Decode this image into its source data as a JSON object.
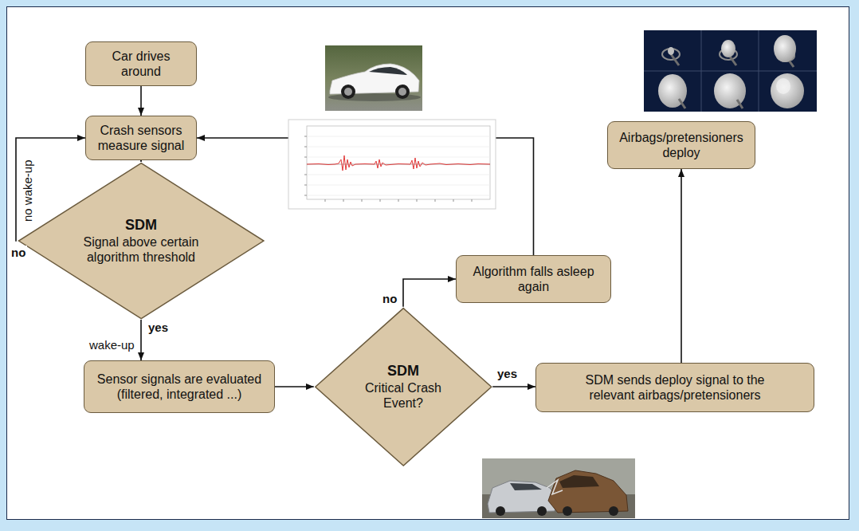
{
  "diagram": {
    "nodes": [
      {
        "text": [
          "Car drives around"
        ]
      },
      {
        "text": [
          "Crash sensors measure signal"
        ]
      },
      {
        "text": [
          "SDM",
          "Signal above certain algorithm threshold"
        ]
      },
      {
        "text": [
          "Sensor signals are evaluated (filtered, integrated ...)"
        ]
      },
      {
        "text": [
          "SDM",
          "Critical Crash Event?"
        ]
      },
      {
        "text": [
          "Algorithm falls asleep again"
        ]
      },
      {
        "text": [
          "SDM sends deploy signal to the relevant airbags/pretensioners"
        ]
      },
      {
        "text": [
          "Airbags/pretensioners deploy"
        ]
      }
    ],
    "edges": [
      {
        "from": 0,
        "to": 1,
        "arrow": "to"
      },
      {
        "from": 1,
        "to": 2,
        "arrow": "to"
      },
      {
        "from": 2,
        "to": 1,
        "label": "no wake-up",
        "arrow": "to"
      },
      {
        "from": 2,
        "to": 3,
        "label": "wake-up",
        "arrow": "to"
      },
      {
        "from": 3,
        "to": 4,
        "arrow": "to"
      },
      {
        "from": 4,
        "to": 5,
        "label": "no",
        "arrow": "to"
      },
      {
        "from": 4,
        "to": 6,
        "label": "yes",
        "arrow": "to"
      },
      {
        "from": 6,
        "to": 7,
        "arrow": "to"
      },
      {
        "from": 5,
        "to": 1,
        "arrow": "to"
      }
    ],
    "labels": [
      "no",
      "yes"
    ]
  }
}
